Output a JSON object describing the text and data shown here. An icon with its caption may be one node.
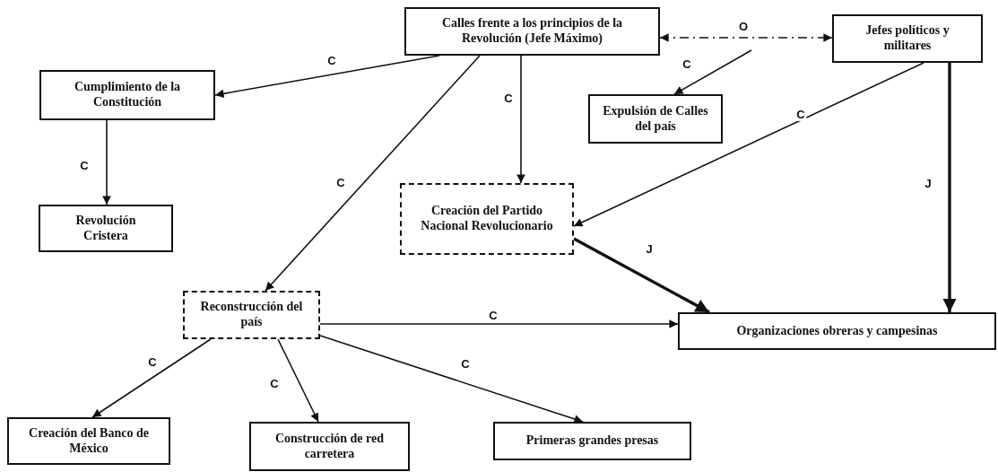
{
  "diagram": {
    "nodes": [
      {
        "text": [
          "Calles frente a los principios de la Revolución (Jefe Máximo)"
        ]
      },
      {
        "text": [
          "Jefes políticos y militares"
        ]
      },
      {
        "text": [
          "Cumplimiento de la Constitución"
        ]
      },
      {
        "text": [
          "Expulsión de Calles del país"
        ]
      },
      {
        "text": [
          "Revolución Cristera"
        ]
      },
      {
        "text": [
          "Creación del Partido Nacional Revolucionario"
        ]
      },
      {
        "text": [
          "Reconstrucción del país"
        ]
      },
      {
        "text": [
          "Organizaciones obreras y campesinas"
        ]
      },
      {
        "text": [
          "Creación del Banco de México"
        ]
      },
      {
        "text": [
          "Construcción de red carretera"
        ]
      },
      {
        "text": [
          "Primeras grandes presas"
        ]
      }
    ],
    "edges": [
      {
        "from": 0,
        "to": 1,
        "arrow": "both",
        "label": "O",
        "style": "dashed"
      },
      {
        "from": null,
        "to": 3,
        "arrow": "to",
        "label": "C"
      },
      {
        "from": 0,
        "to": 2,
        "arrow": "to",
        "label": "C"
      },
      {
        "from": 0,
        "to": 5,
        "arrow": "to",
        "label": "C"
      },
      {
        "from": 0,
        "to": 6,
        "arrow": "to",
        "label": "C"
      },
      {
        "from": 2,
        "to": 4,
        "arrow": "to",
        "label": "C"
      },
      {
        "from": 1,
        "to": 5,
        "arrow": "to",
        "label": "C"
      },
      {
        "from": 1,
        "to": 7,
        "arrow": "to",
        "label": "J",
        "style": "thick"
      },
      {
        "from": 5,
        "to": 7,
        "arrow": "to",
        "label": "J",
        "style": "thick"
      },
      {
        "from": 6,
        "to": 7,
        "arrow": "to",
        "label": "C"
      },
      {
        "from": 6,
        "to": 8,
        "arrow": "to",
        "label": "C"
      },
      {
        "from": 6,
        "to": 9,
        "arrow": "to",
        "label": "C"
      },
      {
        "from": 6,
        "to": 10,
        "arrow": "to",
        "label": "C"
      }
    ]
  }
}
